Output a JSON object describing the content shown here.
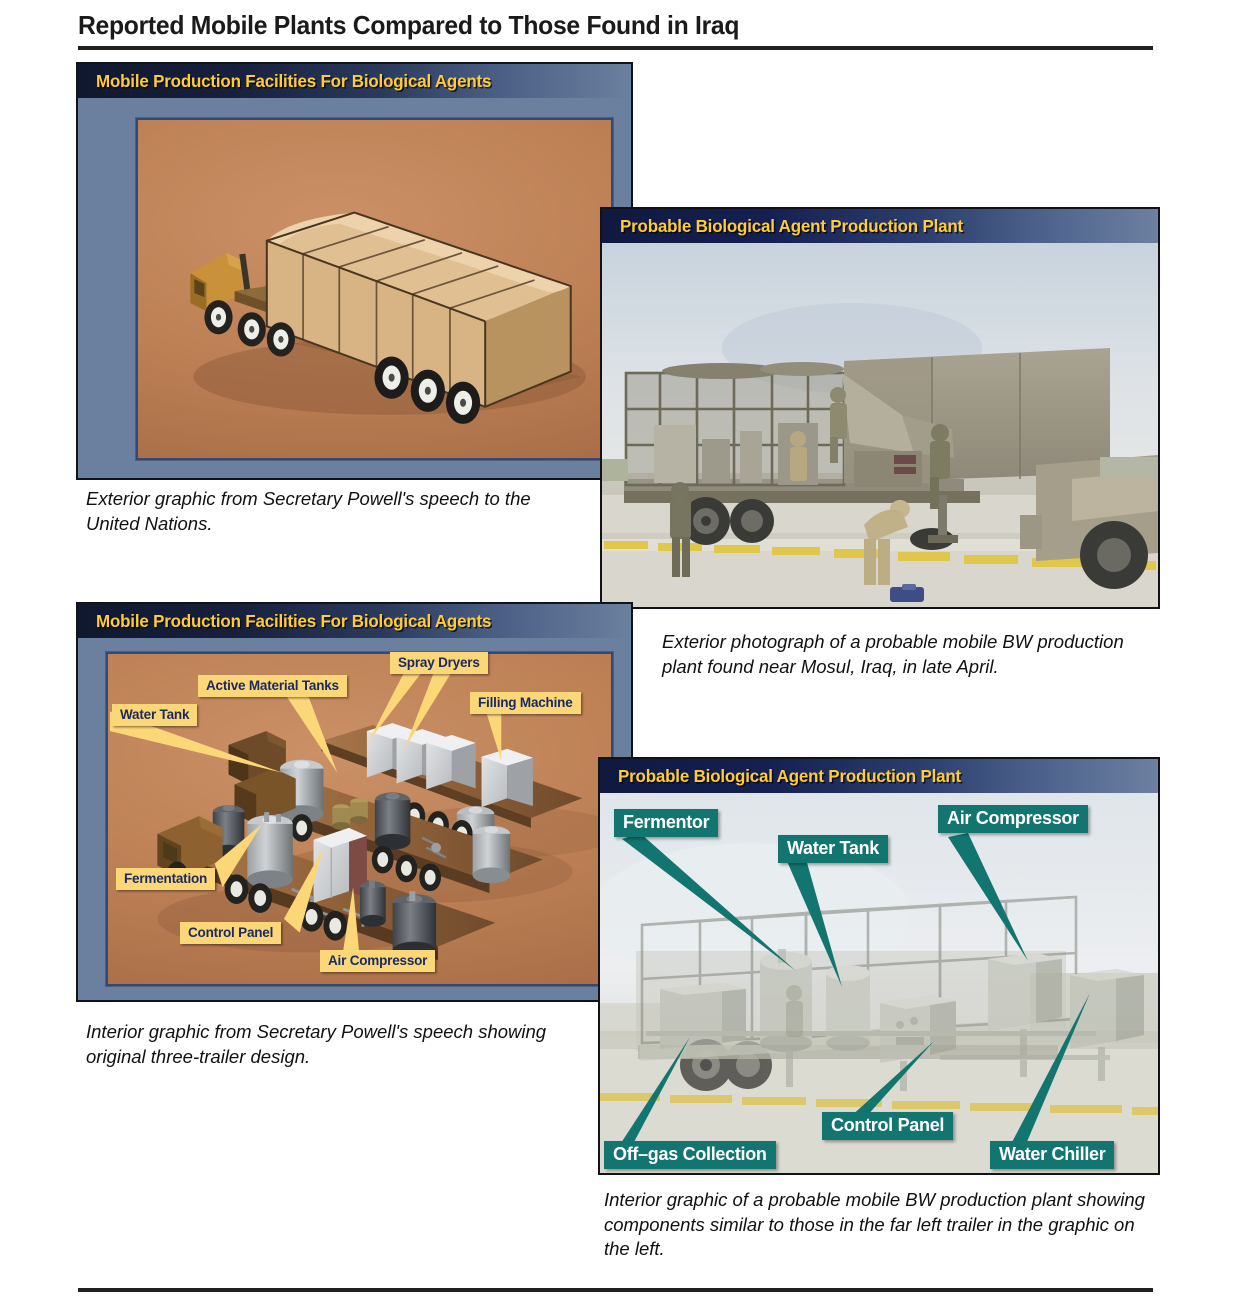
{
  "page": {
    "title": "Reported Mobile Plants Compared to Those Found in Iraq"
  },
  "panels": [
    {
      "id": "panel1",
      "header": "Mobile Production Facilities For Biological Agents",
      "header_color": "#ffcc33",
      "caption": "Exterior graphic from Secretary Powell's speech to the United Nations.",
      "kind": "3d-graphic",
      "background_color": "#c1855c",
      "frame_color": "#6b7f9e"
    },
    {
      "id": "panel2",
      "header": "Probable Biological Agent Production Plant",
      "header_color": "#ffcc33",
      "caption": "Exterior photograph of a probable mobile BW production plant found near Mosul, Iraq, in late April.",
      "kind": "photograph",
      "background_color": "#d6d9dd",
      "frame_color": "#6d80a1"
    },
    {
      "id": "panel3",
      "header": "Mobile Production Facilities For Biological Agents",
      "header_color": "#ffcc33",
      "caption": "Interior graphic from Secretary Powell's speech showing original three-trailer design.",
      "kind": "3d-graphic-annotated",
      "background_color": "#c1855c",
      "frame_color": "#6b7f9e",
      "labels": [
        {
          "text": "Active Material Tanks",
          "name": "label-active-material-tanks"
        },
        {
          "text": "Spray Dryers",
          "name": "label-spray-dryers"
        },
        {
          "text": "Water Tank",
          "name": "label-water-tank"
        },
        {
          "text": "Filling Machine",
          "name": "label-filling-machine"
        },
        {
          "text": "Fermentation",
          "name": "label-fermentation"
        },
        {
          "text": "Control Panel",
          "name": "label-control-panel"
        },
        {
          "text": "Air Compressor",
          "name": "label-air-compressor"
        }
      ],
      "label_style": {
        "fill": "#fbd778",
        "text": "#1b2a63"
      }
    },
    {
      "id": "panel4",
      "header": "Probable Biological Agent Production Plant",
      "header_color": "#ffcc33",
      "caption": "Interior graphic of a probable mobile BW production plant showing components similar to those in the far left trailer in the graphic on the left.",
      "kind": "ghost-overlay-annotated",
      "background_color": "#e2e6ea",
      "frame_color": "#6d80a1",
      "labels": [
        {
          "text": "Fermentor",
          "name": "label-fermentor"
        },
        {
          "text": "Water Tank",
          "name": "label-water-tank"
        },
        {
          "text": "Air Compressor",
          "name": "label-air-compressor"
        },
        {
          "text": "Control Panel",
          "name": "label-control-panel"
        },
        {
          "text": "Off–gas Collection",
          "name": "label-off-gas-collection"
        },
        {
          "text": "Water Chiller",
          "name": "label-water-chiller"
        }
      ],
      "label_style": {
        "fill": "#137570",
        "text": "#ffffff"
      }
    }
  ]
}
